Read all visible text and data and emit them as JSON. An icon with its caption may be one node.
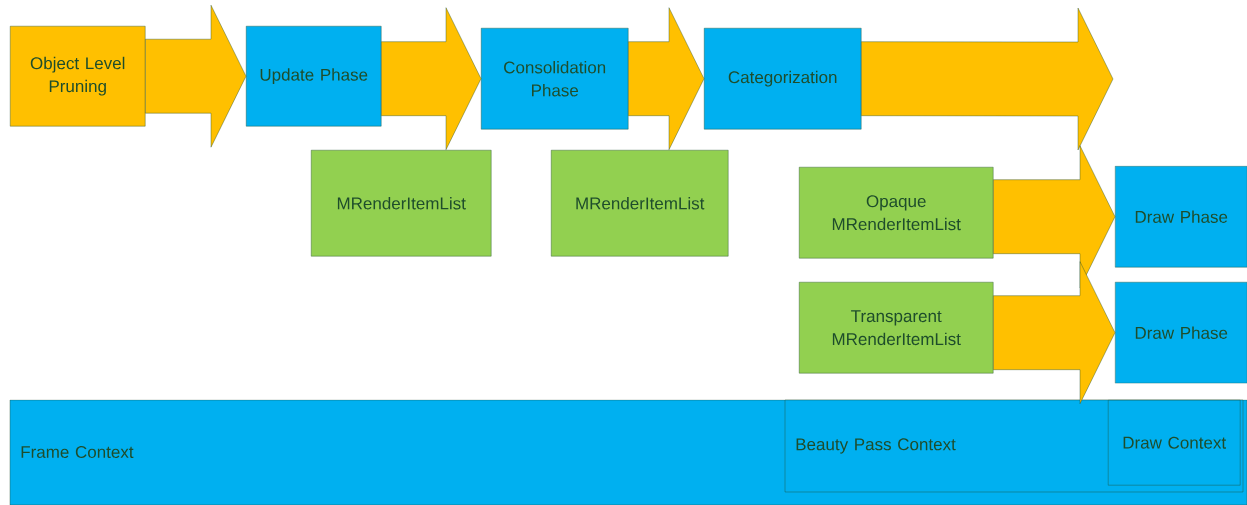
{
  "diagram": {
    "nodes": [
      {
        "text": [
          "Object Level Pruning"
        ]
      },
      {
        "text": [
          "Update Phase"
        ]
      },
      {
        "text": [
          "Consolidation Phase"
        ]
      },
      {
        "text": [
          "Categorization"
        ]
      },
      {
        "text": [
          "MRenderItemList"
        ]
      },
      {
        "text": [
          "MRenderItemList"
        ]
      },
      {
        "text": [
          "Opaque MRenderItemList"
        ]
      },
      {
        "text": [
          "Draw Phase"
        ]
      },
      {
        "text": [
          "Transparent MRenderItemList"
        ]
      },
      {
        "text": [
          "Draw Phase"
        ]
      },
      {
        "text": [
          "Frame Context"
        ]
      },
      {
        "text": [
          "Beauty Pass Context"
        ],
        "in": 10
      },
      {
        "text": [
          "Draw Context"
        ],
        "in": 11
      }
    ],
    "edges": [
      {
        "from": 0,
        "to": 1,
        "arrow": "to"
      },
      {
        "from": 1,
        "to": 2,
        "arrow": "to"
      },
      {
        "from": 2,
        "to": 3,
        "arrow": "to"
      },
      {
        "from": 3,
        "to": null,
        "arrow": "to"
      },
      {
        "from": 6,
        "to": 7,
        "arrow": "to"
      },
      {
        "from": 8,
        "to": 9,
        "arrow": "to"
      }
    ]
  }
}
